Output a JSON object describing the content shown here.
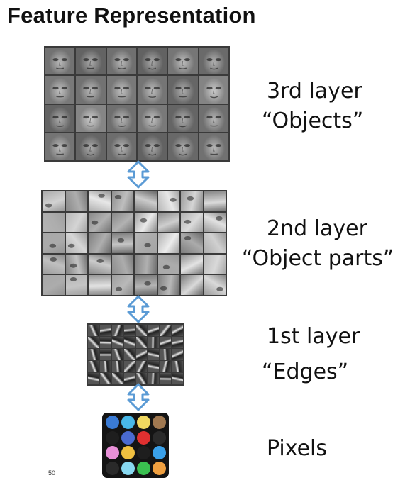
{
  "title": "Feature Representation",
  "layers": [
    {
      "name": "3rd layer",
      "description": "“Objects”"
    },
    {
      "name": "2nd layer",
      "description": "“Object parts”"
    },
    {
      "name": "1st layer",
      "description": "“Edges”"
    },
    {
      "name": "Pixels",
      "description": ""
    }
  ],
  "page_number": "50",
  "colors": {
    "arrow": "#5b9bd5",
    "grid_border": "#3a3a3a",
    "pixel_background": "#141414",
    "pixel_dots": [
      "#3a7bd5",
      "#48b8e8",
      "#f0d860",
      "#a07850",
      "#1e1e1e",
      "#4a6ad0",
      "#e03030",
      "#2a2a2a",
      "#e890d8",
      "#f0c040",
      "#1e1e1e",
      "#3aa0e8",
      "#2a2a2a",
      "#88d8f0",
      "#3ac050",
      "#f0a040"
    ]
  }
}
